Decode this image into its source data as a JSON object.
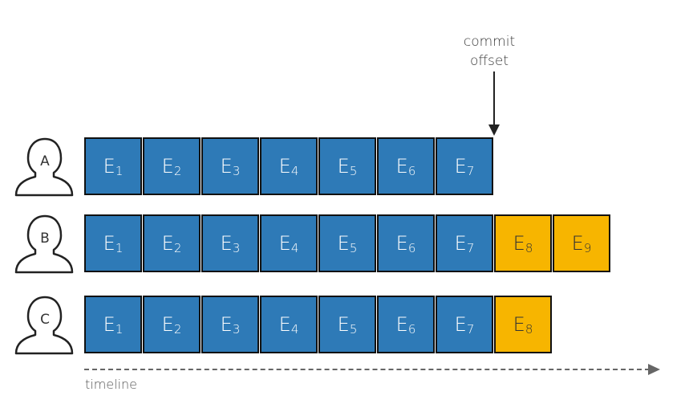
{
  "commit_marker": {
    "line1": "commit",
    "line2": "offset"
  },
  "timeline": {
    "label": "timeline"
  },
  "colors": {
    "committed": "#2e7ab7",
    "pending": "#f7b500"
  },
  "consumers": [
    {
      "id": "A",
      "events": [
        {
          "letter": "E",
          "index": "1",
          "state": "committed"
        },
        {
          "letter": "E",
          "index": "2",
          "state": "committed"
        },
        {
          "letter": "E",
          "index": "3",
          "state": "committed"
        },
        {
          "letter": "E",
          "index": "4",
          "state": "committed"
        },
        {
          "letter": "E",
          "index": "5",
          "state": "committed"
        },
        {
          "letter": "E",
          "index": "6",
          "state": "committed"
        },
        {
          "letter": "E",
          "index": "7",
          "state": "committed"
        }
      ]
    },
    {
      "id": "B",
      "events": [
        {
          "letter": "E",
          "index": "1",
          "state": "committed"
        },
        {
          "letter": "E",
          "index": "2",
          "state": "committed"
        },
        {
          "letter": "E",
          "index": "3",
          "state": "committed"
        },
        {
          "letter": "E",
          "index": "4",
          "state": "committed"
        },
        {
          "letter": "E",
          "index": "5",
          "state": "committed"
        },
        {
          "letter": "E",
          "index": "6",
          "state": "committed"
        },
        {
          "letter": "E",
          "index": "7",
          "state": "committed"
        },
        {
          "letter": "E",
          "index": "8",
          "state": "pending"
        },
        {
          "letter": "E",
          "index": "9",
          "state": "pending"
        }
      ]
    },
    {
      "id": "C",
      "events": [
        {
          "letter": "E",
          "index": "1",
          "state": "committed"
        },
        {
          "letter": "E",
          "index": "2",
          "state": "committed"
        },
        {
          "letter": "E",
          "index": "3",
          "state": "committed"
        },
        {
          "letter": "E",
          "index": "4",
          "state": "committed"
        },
        {
          "letter": "E",
          "index": "5",
          "state": "committed"
        },
        {
          "letter": "E",
          "index": "6",
          "state": "committed"
        },
        {
          "letter": "E",
          "index": "7",
          "state": "committed"
        },
        {
          "letter": "E",
          "index": "8",
          "state": "pending"
        }
      ]
    }
  ]
}
